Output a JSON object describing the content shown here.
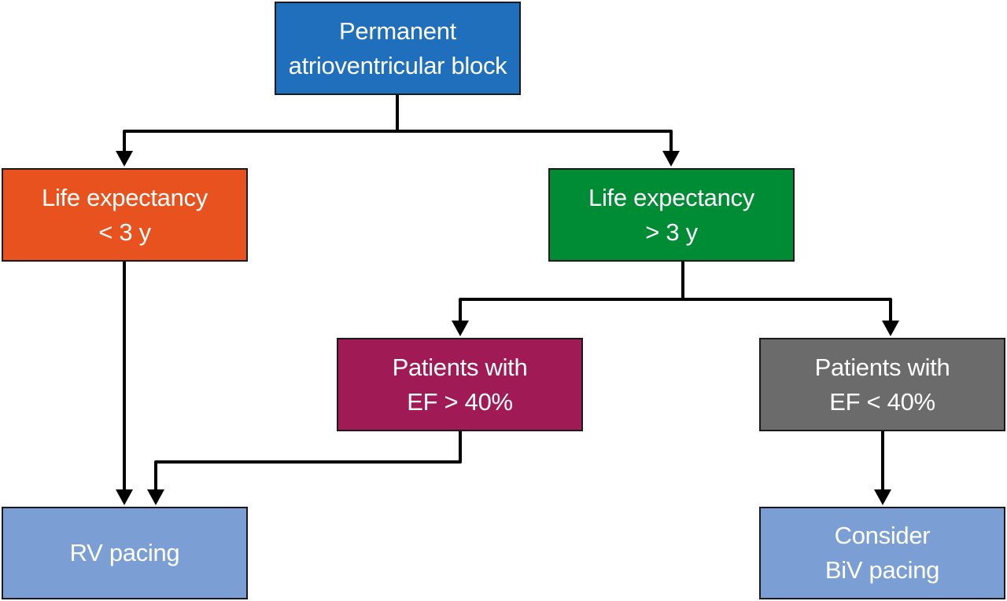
{
  "nodes": {
    "root": {
      "lines": [
        "Permanent",
        "atrioventricular block"
      ],
      "color": "#1f6fbd"
    },
    "short": {
      "lines": [
        "Life expectancy",
        "< 3 y"
      ],
      "color": "#e8521e"
    },
    "long": {
      "lines": [
        "Life expectancy",
        "> 3 y"
      ],
      "color": "#008c35"
    },
    "efhi": {
      "lines": [
        "Patients with",
        "EF > 40%"
      ],
      "color": "#a01a56"
    },
    "eflo": {
      "lines": [
        "Patients with",
        "EF < 40%"
      ],
      "color": "#6b6b6b"
    },
    "rv": {
      "lines": [
        "RV pacing"
      ],
      "color": "#7b9fd4"
    },
    "biv": {
      "lines": [
        "Consider",
        "BiV pacing"
      ],
      "color": "#7b9fd4"
    }
  },
  "edges": [
    {
      "from": "root",
      "to": "short"
    },
    {
      "from": "root",
      "to": "long"
    },
    {
      "from": "long",
      "to": "efhi"
    },
    {
      "from": "long",
      "to": "eflo"
    },
    {
      "from": "short",
      "to": "rv"
    },
    {
      "from": "efhi",
      "to": "rv"
    },
    {
      "from": "eflo",
      "to": "biv"
    }
  ],
  "style": {
    "line_color": "#000000"
  }
}
